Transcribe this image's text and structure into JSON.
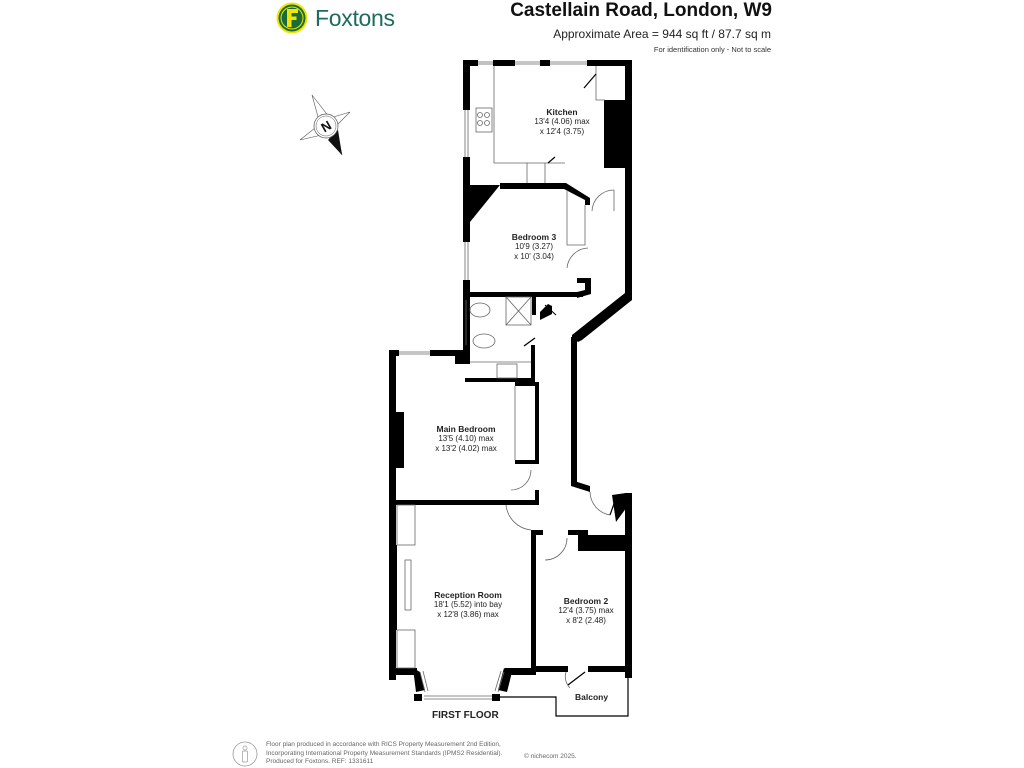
{
  "brand": {
    "name": "Foxtons",
    "badge_letter": "F",
    "colors": {
      "green": "#1f6b5c",
      "yellow": "#f2e600",
      "badge_ring": "#1a6a3a"
    }
  },
  "header": {
    "title": "Castellain Road, London, W9",
    "area": "Approximate Area = 944 sq ft / 87.7 sq m",
    "note": "For identification only - Not to scale"
  },
  "compass": {
    "label": "N",
    "icon": "north-arrow-icon"
  },
  "rooms": [
    {
      "name": "Kitchen",
      "dim1": "13'4 (4.06) max",
      "dim2": "x 12'4 (3.75)"
    },
    {
      "name": "Bedroom 3",
      "dim1": "10'9 (3.27)",
      "dim2": "x 10' (3.04)"
    },
    {
      "name": "Main Bedroom",
      "dim1": "13'5 (4.10) max",
      "dim2": "x 13'2 (4.02) max"
    },
    {
      "name": "Reception Room",
      "dim1": "18'1 (5.52) into bay",
      "dim2": "x 12'8 (3.86) max"
    },
    {
      "name": "Bedroom 2",
      "dim1": "12'4 (3.75) max",
      "dim2": "x 8'2 (2.48)"
    }
  ],
  "balcony": "Balcony",
  "floor_label": "FIRST FLOOR",
  "footer": {
    "line1": "Floor plan produced in accordance with RICS Property Measurement 2nd Edition,",
    "line2": "Incorporating International Property Measurement Standards (IPMS2 Residential).",
    "line3": "Produced for Foxtons.   REF:  1331611",
    "copyright": "© nichecom 2025."
  }
}
